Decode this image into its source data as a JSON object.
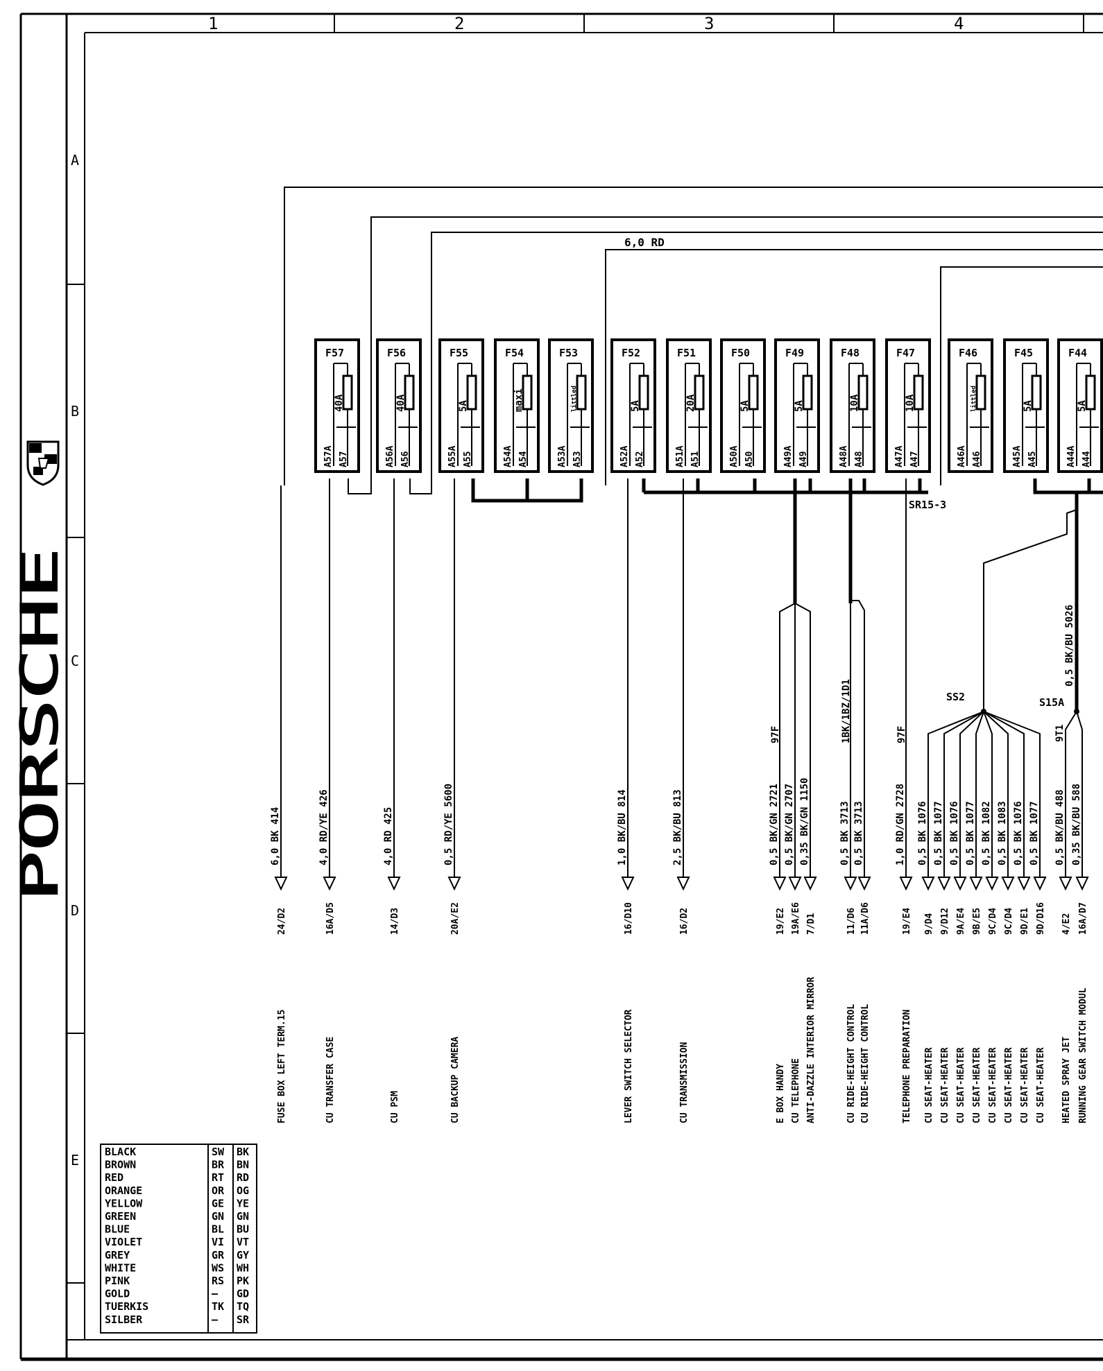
{
  "sheet": {
    "brand": "PORSCHE",
    "columns": [
      "1",
      "2",
      "3",
      "4"
    ],
    "rows": [
      "A",
      "B",
      "C",
      "D",
      "E"
    ]
  },
  "wire_top": "6,0 RD",
  "fuses": [
    {
      "id": "F57",
      "rating": "40A",
      "in": "A57A",
      "out": "A57"
    },
    {
      "id": "F56",
      "rating": "40A",
      "in": "A56A",
      "out": "A56"
    },
    {
      "id": "F55",
      "rating": "5A",
      "in": "A55A",
      "out": "A55"
    },
    {
      "id": "F54",
      "rating": "maxi",
      "in": "A54A",
      "out": "A54"
    },
    {
      "id": "F53",
      "rating": "littled",
      "in": "A53A",
      "out": "A53"
    },
    {
      "id": "F52",
      "rating": "5A",
      "in": "A52A",
      "out": "A52"
    },
    {
      "id": "F51",
      "rating": "20A",
      "in": "A51A",
      "out": "A51"
    },
    {
      "id": "F50",
      "rating": "5A",
      "in": "A50A",
      "out": "A50"
    },
    {
      "id": "F49",
      "rating": "5A",
      "in": "A49A",
      "out": "A49"
    },
    {
      "id": "F48",
      "rating": "10A",
      "in": "A48A",
      "out": "A48"
    },
    {
      "id": "F47",
      "rating": "10A",
      "in": "A47A",
      "out": "A47"
    },
    {
      "id": "F46",
      "rating": "littled",
      "in": "A46A",
      "out": "A46"
    },
    {
      "id": "F45",
      "rating": "5A",
      "in": "A45A",
      "out": "A45"
    },
    {
      "id": "F44",
      "rating": "5A",
      "in": "A44A",
      "out": "A44"
    }
  ],
  "splices": {
    "sr15": "SR15-3",
    "ss2": "SS2",
    "s15a": "S15A"
  },
  "branch_labels": {
    "f49": "97F",
    "f48": "1BK/1BZ/1D1",
    "f47": "97F",
    "f44_upper": "0,5 BK/BU  5026",
    "f44_mid": "9T1"
  },
  "wires": [
    {
      "label": "6,0 BK   414",
      "conn": "24/D2",
      "desc": "FUSE BOX LEFT TERM.15"
    },
    {
      "label": "4,0 RD/YE   426",
      "conn": "16A/D5",
      "desc": "CU TRANSFER CASE"
    },
    {
      "label": "4,0 RD   425",
      "conn": "14/D3",
      "desc": "CU PSM"
    },
    {
      "label": "0,5 RD/YE   5600",
      "conn": "20A/E2",
      "desc": "CU BACKUP CAMERA"
    },
    {
      "label": "1,0 BK/BU   814",
      "conn": "16/D10",
      "desc": "LEVER SWITCH SELECTOR"
    },
    {
      "label": "2,5 BK/BU   813",
      "conn": "16/D2",
      "desc": "CU TRANSMISSION"
    },
    {
      "label": "0,5 BK/GN   2721",
      "conn": "19/E2",
      "desc": "E BOX HANDY"
    },
    {
      "label": "0,5 BK/GN   2707",
      "conn": "19A/E6",
      "desc": "CU TELEPHONE"
    },
    {
      "label": "0,35 BK/GN  1150",
      "conn": "7/D1",
      "desc": "ANTI-DAZZLE INTERIOR MIRROR"
    },
    {
      "label": "0,5 BK   3713",
      "conn": "11/D6",
      "desc": "CU RIDE-HEIGHT CONTROL"
    },
    {
      "label": "0,5 BK   3713",
      "conn": "11A/D6",
      "desc": "CU RIDE-HEIGHT CONTROL"
    },
    {
      "label": "1,0 RD/GN   2728",
      "conn": "19/E4",
      "desc": "TELEPHONE PREPARATION"
    },
    {
      "label": "0,5 BK   1076",
      "conn": "9/D4",
      "desc": "CU SEAT-HEATER"
    },
    {
      "label": "0,5 BK   1077",
      "conn": "9/D12",
      "desc": "CU SEAT-HEATER"
    },
    {
      "label": "0,5 BK   1076",
      "conn": "9A/E4",
      "desc": "CU SEAT-HEATER"
    },
    {
      "label": "0,5 BK   1077",
      "conn": "9B/E5",
      "desc": "CU SEAT-HEATER"
    },
    {
      "label": "0,5 BK   1082",
      "conn": "9C/D4",
      "desc": "CU SEAT-HEATER"
    },
    {
      "label": "0,5 BK   1083",
      "conn": "9C/D4",
      "desc": "CU SEAT-HEATER"
    },
    {
      "label": "0,5 BK   1076",
      "conn": "9D/E1",
      "desc": "CU SEAT-HEATER"
    },
    {
      "label": "0,5 BK   1077",
      "conn": "9D/D16",
      "desc": "CU SEAT-HEATER"
    },
    {
      "label": "0,5 BK/BU   488",
      "conn": "4/E2",
      "desc": "HEATED SPRAY JET"
    },
    {
      "label": "0,35 BK/BU  588",
      "conn": "16A/D7",
      "desc": "RUNNING GEAR SWITCH MODUL"
    }
  ],
  "color_legend": [
    [
      "BLACK",
      "SW",
      "BK"
    ],
    [
      "BROWN",
      "BR",
      "BN"
    ],
    [
      "RED",
      "RT",
      "RD"
    ],
    [
      "ORANGE",
      "OR",
      "OG"
    ],
    [
      "YELLOW",
      "GE",
      "YE"
    ],
    [
      "GREEN",
      "GN",
      "GN"
    ],
    [
      "BLUE",
      "BL",
      "BU"
    ],
    [
      "VIOLET",
      "VI",
      "VT"
    ],
    [
      "GREY",
      "GR",
      "GY"
    ],
    [
      "WHITE",
      "WS",
      "WH"
    ],
    [
      "PINK",
      "RS",
      "PK"
    ],
    [
      "GOLD",
      "—",
      "GD"
    ],
    [
      "TUERKIS",
      "TK",
      "TQ"
    ],
    [
      "SILBER",
      "—",
      "SR"
    ]
  ]
}
